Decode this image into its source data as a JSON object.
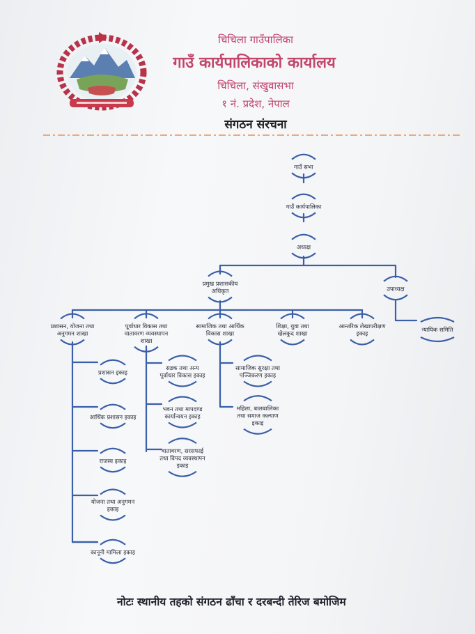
{
  "header": {
    "municipality": "चिचिला गाउँपालिका",
    "office": "गाउँ कार्यपालिकाको कार्यालय",
    "address": "चिचिला, संखुवासभा",
    "province": "१ नं. प्रदेश, नेपाल",
    "title": "संगठन संरचना"
  },
  "chart": {
    "top": [
      "गाउँ सभा",
      "गाउँ कार्यपालिका",
      "अध्यक्ष"
    ],
    "cao": [
      "प्रमुख प्रशासकीय",
      "अधिकृत"
    ],
    "vice_chair": "उपाध्यक्ष",
    "judicial": "न्यायिक समिति",
    "branches": [
      [
        "प्रशासन, योजना तथा",
        "अनुगमन शाखा"
      ],
      [
        "पूर्वाधार विकास तथा",
        "वातावरण व्यवस्थापन",
        "शाखा"
      ],
      [
        "सामाजिक तथा आर्थिक",
        "विकास शाखा"
      ],
      [
        "शिक्षा, युवा तथा",
        "खेलकुद शाखा"
      ],
      [
        "आन्तरिक लेखापरीक्षण",
        "इकाइ"
      ]
    ],
    "admin_units": [
      [
        "प्रशासन इकाइ"
      ],
      [
        "आर्थिक प्रशासन इकाइ"
      ],
      [
        "राजस्व इकाइ"
      ],
      [
        "योजना तथा अनुगमन",
        "इकाइ"
      ],
      [
        "कानूनी मामिला इकाइ"
      ]
    ],
    "infra_units": [
      [
        "सडक तथा अन्य",
        "पूर्वाधार विकास इकाइ"
      ],
      [
        "भवन तथा मापदण्ड",
        "कार्यान्वयन इकाइ"
      ],
      [
        "वातावरण, सरसफाई",
        "तथा विपद व्यवस्थापन",
        "इकाइ"
      ]
    ],
    "social_units": [
      [
        "सामाजिक सुरक्षा तथा",
        "पञ्जिकरण इकाइ"
      ],
      [
        "महिला, बालबालिका",
        "तथा समाज कल्याण",
        "इकाइ"
      ]
    ]
  },
  "note": "नोटः स्थानीय तहको संगठन ढाँचा र दरबन्दी तेरिज बमोजिम",
  "colors": {
    "header": "#c2456a",
    "line": "#3a5fa8",
    "divider": "#e8a070",
    "text": "#1e2330"
  }
}
